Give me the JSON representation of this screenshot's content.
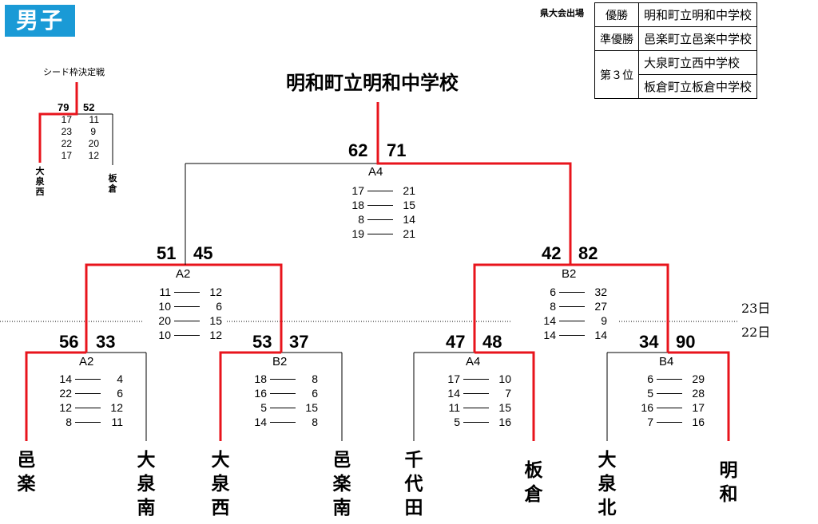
{
  "header": {
    "badge": "男子"
  },
  "champion": "明和町立明和中学校",
  "results": {
    "label": "県大会出場",
    "rows": [
      {
        "rank": "優勝",
        "school": "明和町立明和中学校"
      },
      {
        "rank": "準優勝",
        "school": "邑楽町立邑楽中学校"
      },
      {
        "rank": "第３位",
        "school": "大泉町立西中学校"
      },
      {
        "rank": "",
        "school": "板倉町立板倉中学校"
      }
    ]
  },
  "seed": {
    "title": "シード枠決定戦",
    "left_score": "79",
    "right_score": "52",
    "sets": [
      [
        "17",
        "11"
      ],
      [
        "23",
        "9"
      ],
      [
        "22",
        "20"
      ],
      [
        "17",
        "12"
      ]
    ],
    "left_team": "大泉西",
    "right_team": "板倉"
  },
  "days": {
    "upper": "23日",
    "lower": "22日"
  },
  "teams": [
    "邑　楽",
    "大泉南",
    "大泉西",
    "邑楽南",
    "千代田",
    "板倉",
    "大泉北",
    "明和"
  ],
  "matches": {
    "r1_1": {
      "code": "A2",
      "left": "56",
      "right": "33",
      "sets": [
        [
          "14",
          "4"
        ],
        [
          "22",
          "6"
        ],
        [
          "12",
          "12"
        ],
        [
          "8",
          "11"
        ]
      ]
    },
    "r1_2": {
      "code": "B2",
      "left": "53",
      "right": "37",
      "sets": [
        [
          "18",
          "8"
        ],
        [
          "16",
          "6"
        ],
        [
          "5",
          "15"
        ],
        [
          "14",
          "8"
        ]
      ]
    },
    "r1_3": {
      "code": "A4",
      "left": "47",
      "right": "48",
      "sets": [
        [
          "17",
          "10"
        ],
        [
          "14",
          "7"
        ],
        [
          "11",
          "15"
        ],
        [
          "5",
          "16"
        ]
      ]
    },
    "r1_4": {
      "code": "B4",
      "left": "34",
      "right": "90",
      "sets": [
        [
          "6",
          "29"
        ],
        [
          "5",
          "28"
        ],
        [
          "16",
          "17"
        ],
        [
          "7",
          "16"
        ]
      ]
    },
    "sf_1": {
      "code": "A2",
      "left": "51",
      "right": "45",
      "sets": [
        [
          "11",
          "12"
        ],
        [
          "10",
          "6"
        ],
        [
          "20",
          "15"
        ],
        [
          "10",
          "12"
        ]
      ]
    },
    "sf_2": {
      "code": "B2",
      "left": "42",
      "right": "82",
      "sets": [
        [
          "6",
          "32"
        ],
        [
          "8",
          "27"
        ],
        [
          "14",
          "9"
        ],
        [
          "14",
          "14"
        ]
      ]
    },
    "final": {
      "code": "A4",
      "left": "62",
      "right": "71",
      "sets": [
        [
          "17",
          "21"
        ],
        [
          "18",
          "15"
        ],
        [
          "8",
          "14"
        ],
        [
          "19",
          "21"
        ]
      ]
    }
  },
  "colors": {
    "winner_line": "#e8141c",
    "line": "#000000",
    "badge": "#1a9ad6"
  }
}
